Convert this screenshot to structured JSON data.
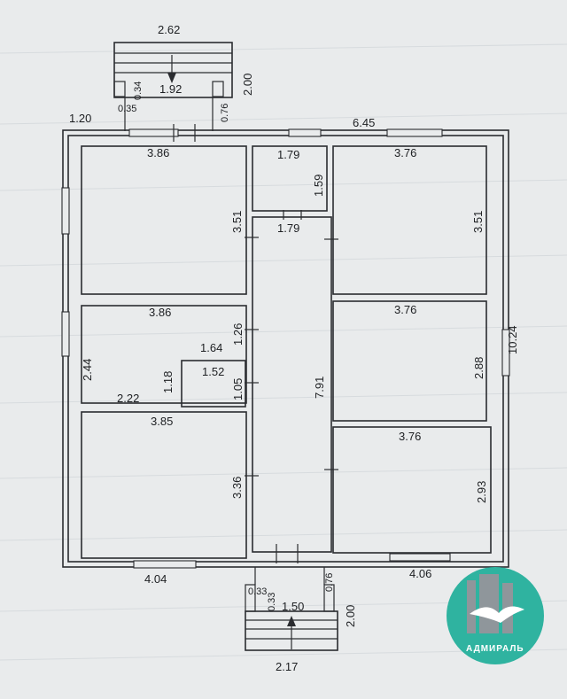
{
  "plan": {
    "overall": {
      "width_total": "6.45",
      "height_total": "10.24",
      "left_offset": "1.20"
    },
    "porch_top": {
      "width": "2.62",
      "inner_width": "1.92",
      "depth": "2.00",
      "step_a": "0.34",
      "step_b": "0.35",
      "side": "0.76"
    },
    "porch_bottom": {
      "width": "2.17",
      "inner_width": "1.50",
      "depth": "2.00",
      "step_a": "0.33",
      "step_b": "0.33",
      "side": "0.76"
    },
    "rooms": {
      "top_left": {
        "width": "3.86",
        "height": "3.51"
      },
      "bath": {
        "width": "1.79",
        "height": "1.59",
        "width_bottom": "1.79"
      },
      "top_right": {
        "width": "3.76",
        "height": "3.51"
      },
      "mid_left": {
        "width": "3.86",
        "height": "2.44",
        "door_side": "1.26",
        "closet_top": "1.64",
        "closet_side": "1.18",
        "bottom_width": "2.22"
      },
      "closet": {
        "width": "1.52",
        "height": "1.05"
      },
      "corridor": {
        "length": "7.91"
      },
      "mid_right": {
        "width": "3.76",
        "height": "2.88"
      },
      "bottom_left": {
        "width": "3.85",
        "height": "3.36",
        "outer_width": "4.04"
      },
      "bottom_right": {
        "width": "3.76",
        "height": "2.93",
        "outer_width": "4.06"
      }
    }
  },
  "logo": {
    "brand": "АДМИРАЛЬ",
    "colors": {
      "circle": "#2fb3a0",
      "building": "#8f969b",
      "bird": "#ffffff"
    }
  }
}
